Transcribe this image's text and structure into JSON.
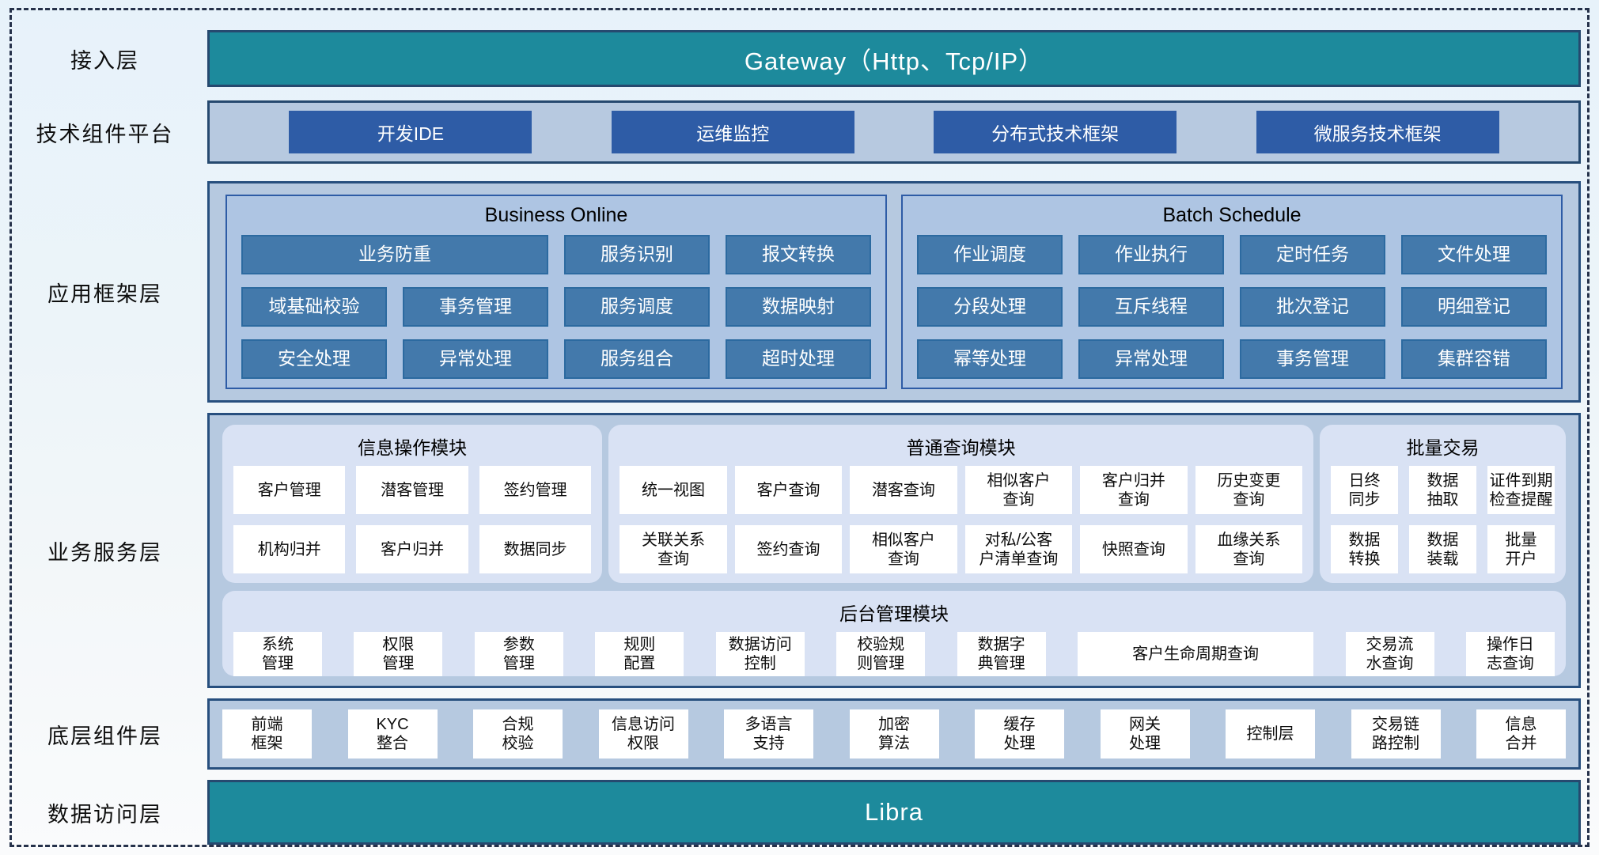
{
  "palette": {
    "teal": "#1d8a9c",
    "dark_blue_button": "#2e5ca6",
    "steel_blue_cell": "#4379ab",
    "layer_band_blue": "#b6c9e0",
    "module_panel_lavender": "#d9e2f4",
    "outer_border_navy": "#274f7e"
  },
  "layer_labels": {
    "access": "接入层",
    "tech": "技术组件平台",
    "appframe": "应用框架层",
    "bizserv": "业务服务层",
    "basecomp": "底层组件层",
    "dataaccess": "数据访问层"
  },
  "access_layer": {
    "title": "Gateway（Http、Tcp/IP）"
  },
  "tech_platform": {
    "items": [
      {
        "label": "开发IDE"
      },
      {
        "label": "运维监控"
      },
      {
        "label": "分布式技术框架"
      },
      {
        "label": "微服务技术框架"
      }
    ]
  },
  "app_framework": {
    "business_online": {
      "title": "Business Online",
      "cells": [
        {
          "label": "业务防重",
          "cls": "span2"
        },
        {
          "label": "服务识别"
        },
        {
          "label": "报文转换"
        },
        {
          "label": "域基础校验"
        },
        {
          "label": "事务管理"
        },
        {
          "label": "服务调度"
        },
        {
          "label": "数据映射"
        },
        {
          "label": "安全处理"
        },
        {
          "label": "异常处理"
        },
        {
          "label": "服务组合"
        },
        {
          "label": "超时处理"
        }
      ]
    },
    "batch_schedule": {
      "title": "Batch Schedule",
      "cells": [
        {
          "label": "作业调度"
        },
        {
          "label": "作业执行"
        },
        {
          "label": "定时任务"
        },
        {
          "label": "文件处理"
        },
        {
          "label": "分段处理"
        },
        {
          "label": "互斥线程"
        },
        {
          "label": "批次登记"
        },
        {
          "label": "明细登记"
        },
        {
          "label": "幂等处理"
        },
        {
          "label": "异常处理"
        },
        {
          "label": "事务管理"
        },
        {
          "label": "集群容错"
        }
      ]
    }
  },
  "business_service": {
    "info_ops": {
      "title": "信息操作模块",
      "cells": [
        {
          "label": "客户管理"
        },
        {
          "label": "潜客管理"
        },
        {
          "label": "签约管理"
        },
        {
          "label": "机构归并"
        },
        {
          "label": "客户归并"
        },
        {
          "label": "数据同步"
        }
      ]
    },
    "common_query": {
      "title": "普通查询模块",
      "cells": [
        {
          "label": "统一视图"
        },
        {
          "label": "客户查询"
        },
        {
          "label": "潜客查询"
        },
        {
          "label": "相似客户\n查询"
        },
        {
          "label": "客户归并\n查询"
        },
        {
          "label": "历史变更\n查询"
        },
        {
          "label": "关联关系\n查询"
        },
        {
          "label": "签约查询"
        },
        {
          "label": "相似客户\n查询"
        },
        {
          "label": "对私/公客\n户清单查询"
        },
        {
          "label": "快照查询"
        },
        {
          "label": "血缘关系\n查询"
        }
      ]
    },
    "batch_trade": {
      "title": "批量交易",
      "cells": [
        {
          "label": "日终\n同步"
        },
        {
          "label": "数据\n抽取"
        },
        {
          "label": "证件到期\n检查提醒"
        },
        {
          "label": "数据\n转换"
        },
        {
          "label": "数据\n装载"
        },
        {
          "label": "批量\n开户"
        }
      ]
    },
    "backend_mgmt": {
      "title": "后台管理模块",
      "cells": [
        {
          "label": "系统\n管理"
        },
        {
          "label": "权限\n管理"
        },
        {
          "label": "参数\n管理"
        },
        {
          "label": "规则\n配置"
        },
        {
          "label": "数据访问\n控制"
        },
        {
          "label": "校验规\n则管理"
        },
        {
          "label": "数据字\n典管理"
        },
        {
          "label": "客户生命周期查询",
          "cls": "wide"
        },
        {
          "label": "交易流\n水查询"
        },
        {
          "label": "操作日\n志查询"
        }
      ]
    }
  },
  "base_components": {
    "cells": [
      {
        "label": "前端\n框架"
      },
      {
        "label": "KYC\n整合"
      },
      {
        "label": "合规\n校验"
      },
      {
        "label": "信息访问\n权限"
      },
      {
        "label": "多语言\n支持"
      },
      {
        "label": "加密\n算法"
      },
      {
        "label": "缓存\n处理"
      },
      {
        "label": "网关\n处理"
      },
      {
        "label": "控制层"
      },
      {
        "label": "交易链\n路控制"
      },
      {
        "label": "信息\n合并"
      }
    ]
  },
  "data_access": {
    "title": "Libra"
  }
}
